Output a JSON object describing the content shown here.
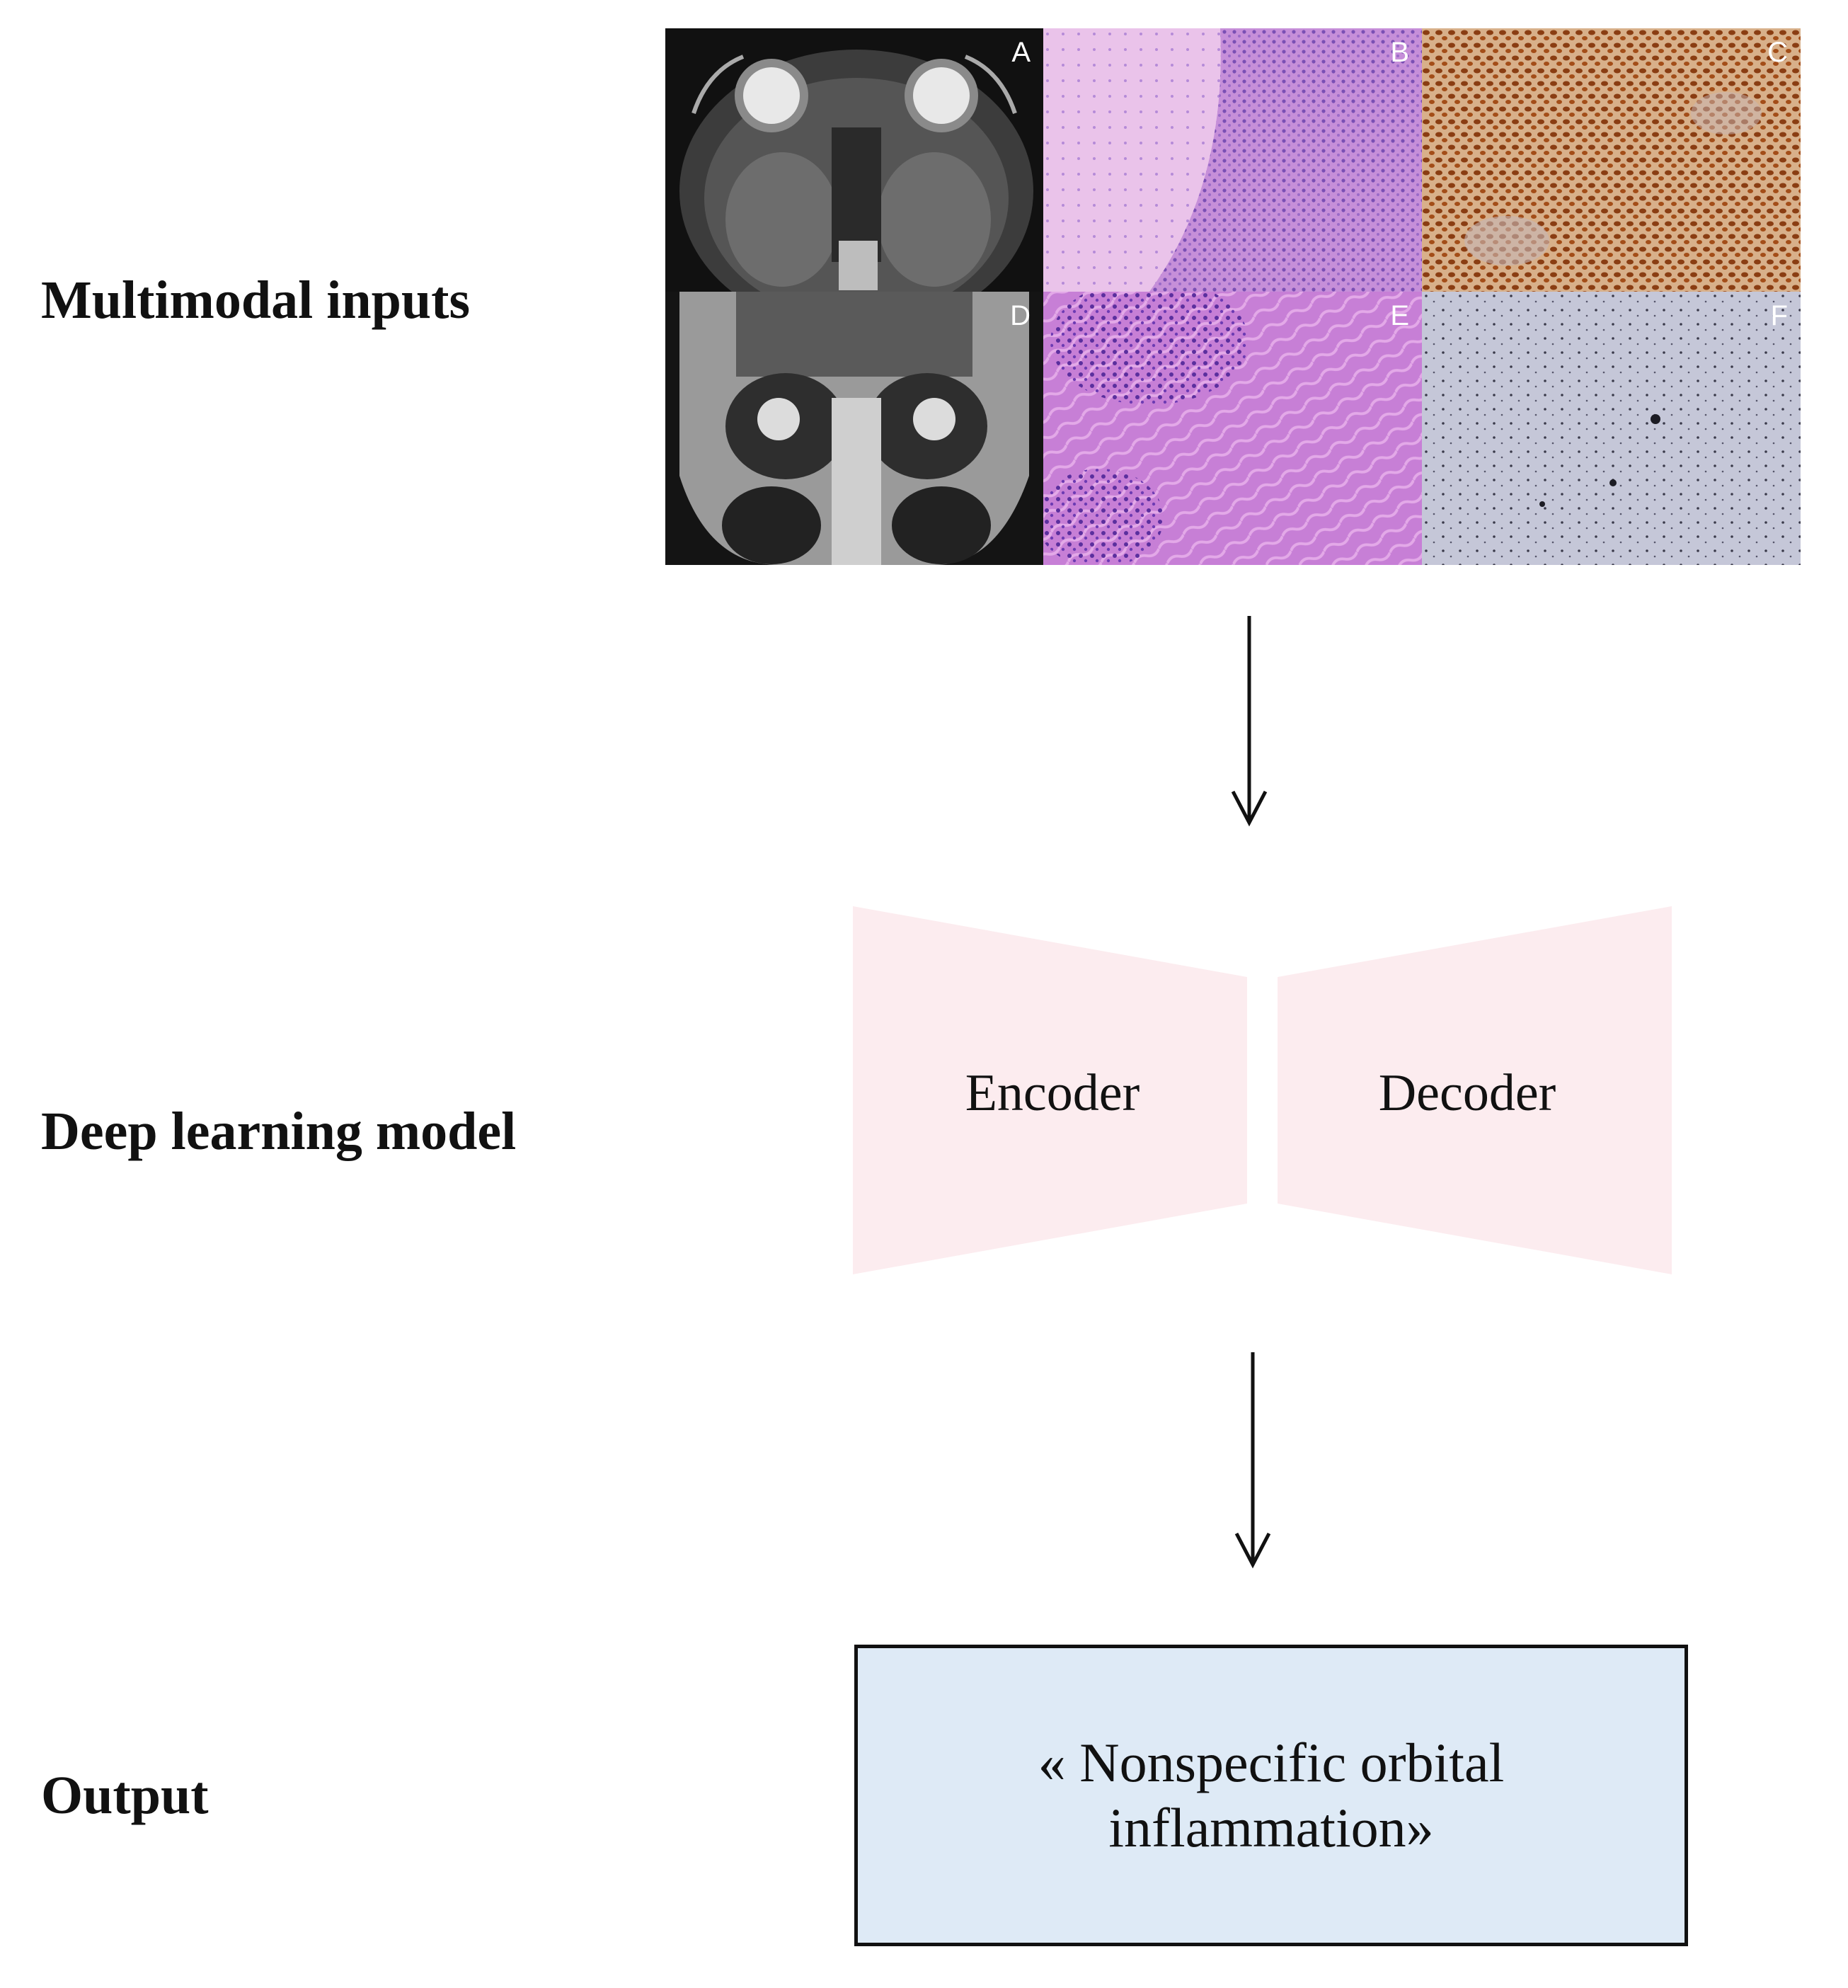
{
  "labels": {
    "inputs": "Multimodal inputs",
    "model": "Deep learning model",
    "output": "Output"
  },
  "panels": [
    "A",
    "B",
    "C",
    "D",
    "E",
    "F"
  ],
  "model": {
    "encoder": "Encoder",
    "decoder": "Decoder",
    "fill_color": "#fcecef"
  },
  "output": {
    "text": "« Nonspecific orbital inflammation»",
    "fill_color": "#deeaf6"
  }
}
